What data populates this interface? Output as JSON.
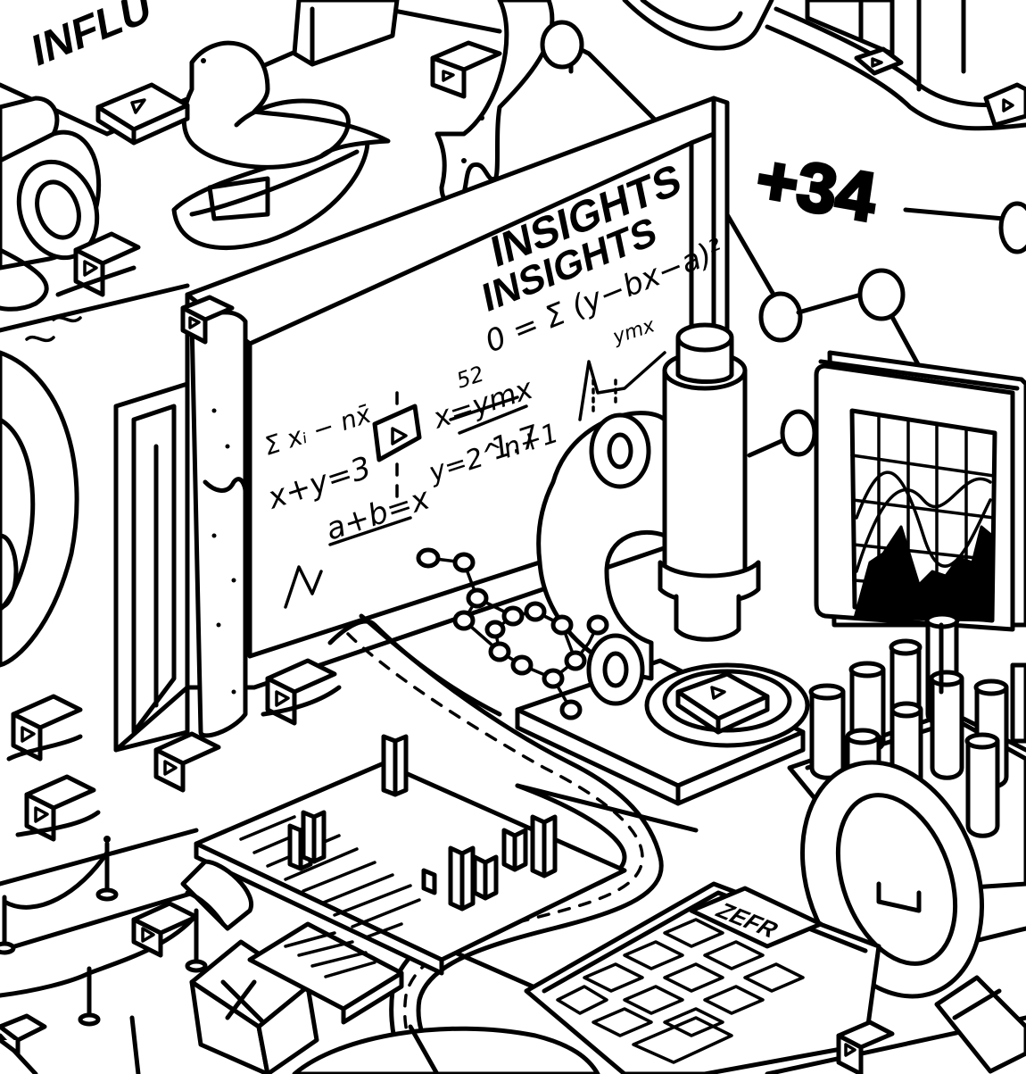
{
  "scene": {
    "influence_label": "INFLU",
    "insights_title": "INSIGHTS",
    "insights_subtitle": "INSIGHTS",
    "counter_label": "+34",
    "calculator_brand": "ZEFR",
    "formulas": [
      "x=ymx",
      "x+y=3",
      "a+b=x",
      "y=2^n+1",
      "1.7",
      "52",
      "0 = Σ (y−bx−a)²",
      "Σ xᵢ − nx̄",
      "ymx"
    ]
  },
  "colors": {
    "ink": "#000000",
    "paper": "#ffffff"
  },
  "icons": [
    "play-button-icon",
    "bird-icon",
    "camera-lens-icon",
    "microscope-icon",
    "magnifying-glass-icon",
    "calculator-icon",
    "test-tube-icon",
    "molecule-icon",
    "bar-chart-icon",
    "line-chart-icon",
    "x-mark-icon"
  ]
}
